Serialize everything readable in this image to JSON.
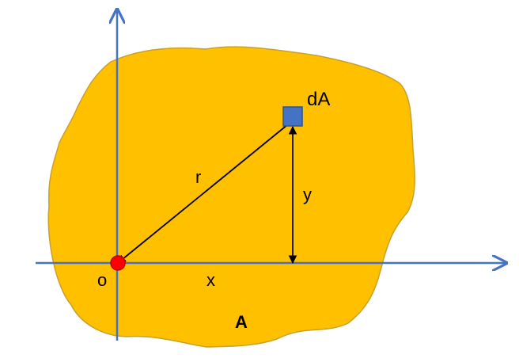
{
  "colors": {
    "region_fill": "#FFC000",
    "region_stroke": "#C9A02C",
    "axis": "#4472C4",
    "vector": "#000000",
    "origin_fill": "#FF0000",
    "origin_stroke": "#C00000",
    "element_fill": "#4472C4",
    "element_stroke": "#2F528F"
  },
  "labels": {
    "element": "dA",
    "radius": "r",
    "y_distance": "y",
    "x_distance": "x",
    "origin": "o",
    "area": "A"
  }
}
